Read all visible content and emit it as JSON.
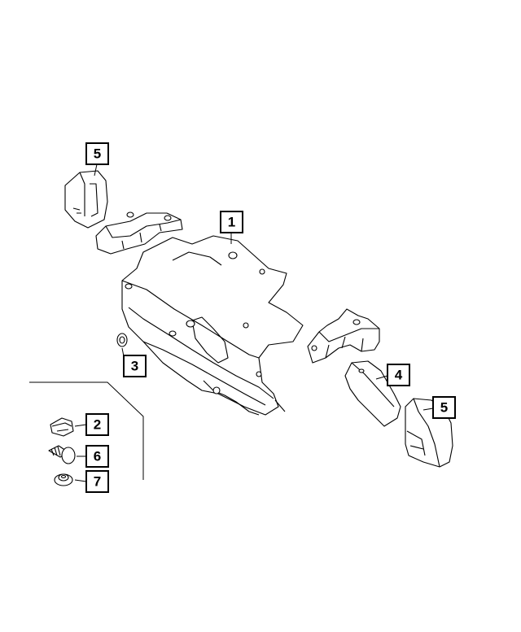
{
  "callouts": [
    {
      "id": "c5a",
      "label": "5"
    },
    {
      "id": "c1",
      "label": "1"
    },
    {
      "id": "c3",
      "label": "3"
    },
    {
      "id": "c4",
      "label": "4"
    },
    {
      "id": "c5b",
      "label": "5"
    },
    {
      "id": "c2",
      "label": "2"
    },
    {
      "id": "c6",
      "label": "6"
    },
    {
      "id": "c7",
      "label": "7"
    }
  ]
}
